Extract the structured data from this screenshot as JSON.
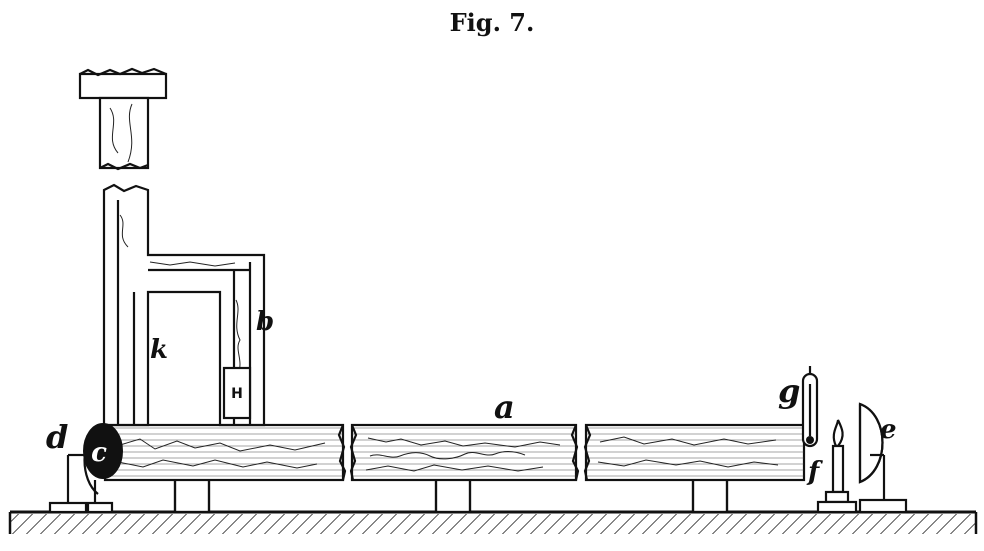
{
  "figure": {
    "title": "Fig. 7.",
    "labels": {
      "a": "a",
      "b": "b",
      "c": "c",
      "d": "d",
      "e": "e",
      "f": "f",
      "g": "g",
      "h": "H",
      "k": "k"
    }
  }
}
